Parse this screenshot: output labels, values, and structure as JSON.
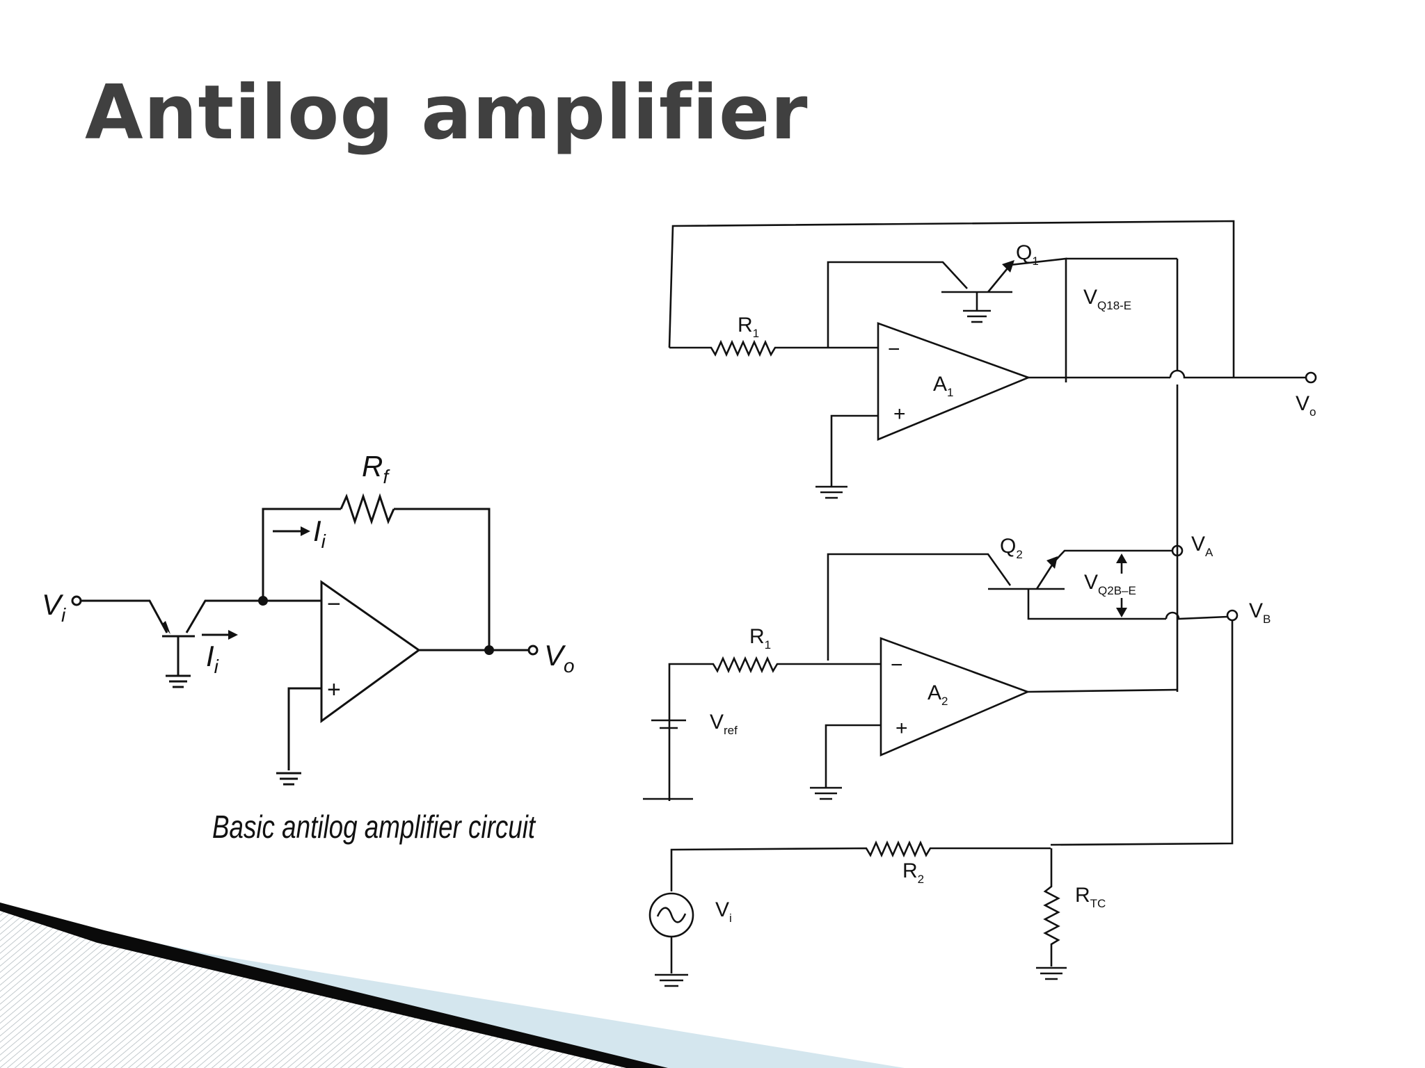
{
  "slide": {
    "title": "Antilog amplifier"
  },
  "left_circuit": {
    "caption": "Basic antilog amplifier circuit",
    "labels": {
      "vi_main": "V",
      "vi_sub": "i",
      "vo_main": "V",
      "vo_sub": "o",
      "rf_main": "R",
      "rf_sub": "f",
      "ii_main": "I",
      "ii_sub": "i",
      "minus": "−",
      "plus": "+"
    }
  },
  "right_circuit": {
    "labels": {
      "q1_main": "Q",
      "q1_sub": "1",
      "vq1_main": "V",
      "vq1_sub": "Q18-E",
      "r1_main": "R",
      "r1_sub": "1",
      "a1_main": "A",
      "a1_sub": "1",
      "vo_main": "V",
      "vo_sub": "o",
      "q2_main": "Q",
      "q2_sub": "2",
      "vq2_main": "V",
      "vq2_sub": "Q2B–E",
      "va_main": "V",
      "va_sub": "A",
      "vb_main": "V",
      "vb_sub": "B",
      "r1b_main": "R",
      "r1b_sub": "1",
      "a2_main": "A",
      "a2_sub": "2",
      "vref_main": "V",
      "vref_sub": "ref",
      "r2_main": "R",
      "r2_sub": "2",
      "rtc_main": "R",
      "rtc_sub": "TC",
      "vi_main": "V",
      "vi_sub": "i",
      "minus": "−",
      "plus": "+"
    }
  },
  "colors": {
    "title": "#404040",
    "wire": "#111111",
    "deco_light": "#d4e6ee",
    "deco_dark": "#0a0a0a",
    "deco_hatch": "#a9b3b8"
  }
}
